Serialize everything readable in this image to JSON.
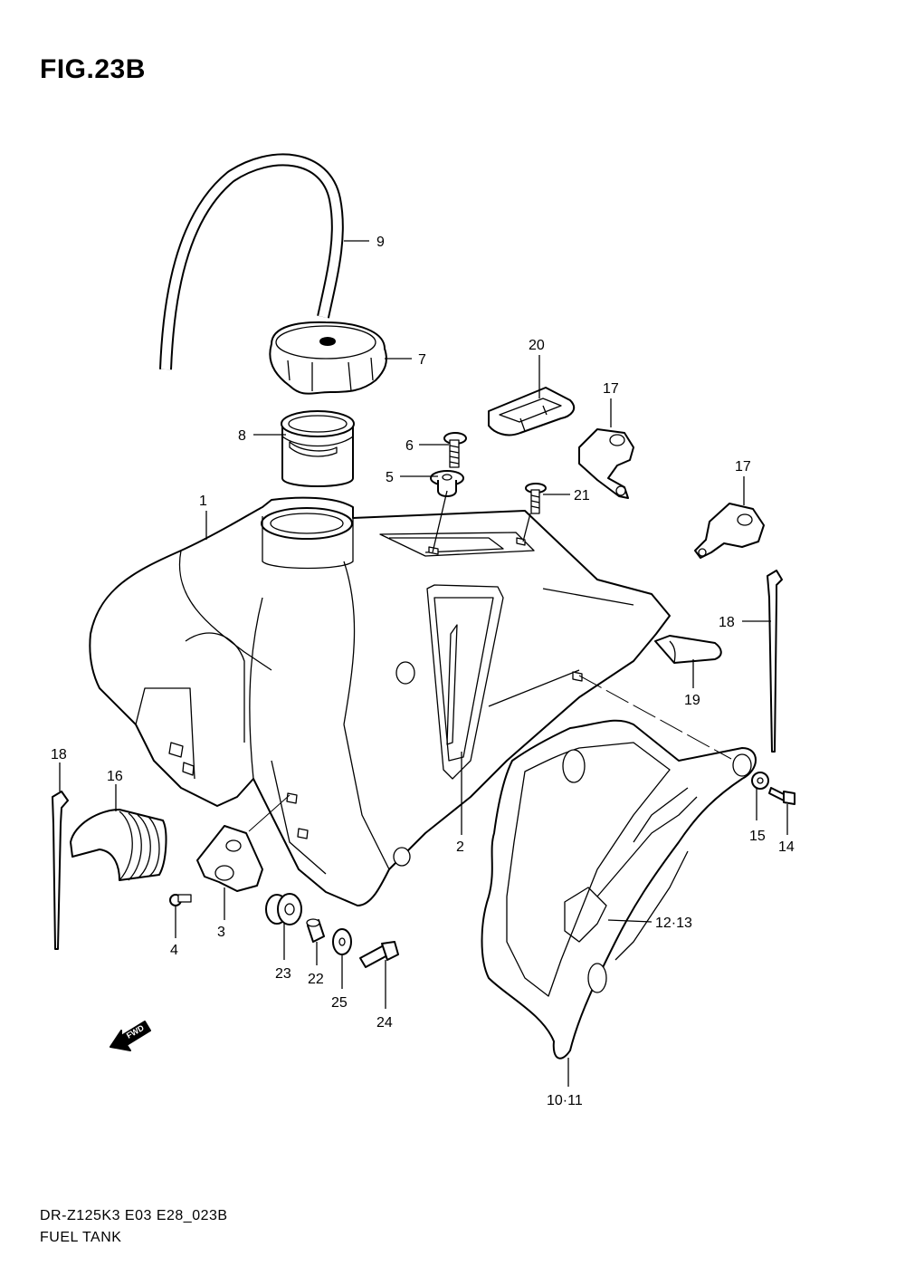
{
  "figure": {
    "title": "FIG.23B",
    "model_code": "DR-Z125K3 E03 E28_023B",
    "name": "FUEL TANK"
  },
  "callouts": [
    {
      "id": "1",
      "label": "1"
    },
    {
      "id": "2",
      "label": "2"
    },
    {
      "id": "3",
      "label": "3"
    },
    {
      "id": "4",
      "label": "4"
    },
    {
      "id": "5",
      "label": "5"
    },
    {
      "id": "6",
      "label": "6"
    },
    {
      "id": "7",
      "label": "7"
    },
    {
      "id": "8",
      "label": "8"
    },
    {
      "id": "9",
      "label": "9"
    },
    {
      "id": "10-11",
      "label": "10·11"
    },
    {
      "id": "12-13",
      "label": "12·13"
    },
    {
      "id": "14",
      "label": "14"
    },
    {
      "id": "15",
      "label": "15"
    },
    {
      "id": "16",
      "label": "16"
    },
    {
      "id": "17a",
      "label": "17"
    },
    {
      "id": "17b",
      "label": "17"
    },
    {
      "id": "18a",
      "label": "18"
    },
    {
      "id": "18b",
      "label": "18"
    },
    {
      "id": "19",
      "label": "19"
    },
    {
      "id": "20",
      "label": "20"
    },
    {
      "id": "21",
      "label": "21"
    },
    {
      "id": "22",
      "label": "22"
    },
    {
      "id": "23",
      "label": "23"
    },
    {
      "id": "24",
      "label": "24"
    },
    {
      "id": "25",
      "label": "25"
    }
  ],
  "fwd_arrow": {
    "label": "FWD"
  }
}
